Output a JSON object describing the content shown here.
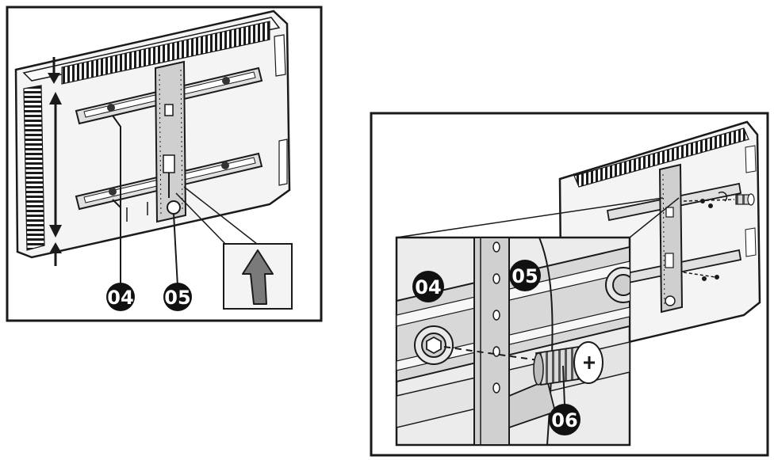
{
  "callouts": {
    "left_part_a": "04",
    "left_part_b": "05",
    "right_part_a": "04",
    "right_part_b": "05",
    "right_part_c": "06"
  },
  "icons": {
    "up_arrow": "up-arrow-icon",
    "screw": "screw-icon",
    "bolt": "bolt-icon"
  },
  "colors": {
    "line": "#1a1a1a",
    "panel_fill": "#f2f2f2",
    "zoom_fill": "#e8e8e8",
    "bracket_fill": "#cfcfcf",
    "arrow_fill": "#777777",
    "badge_fill": "#111111"
  }
}
